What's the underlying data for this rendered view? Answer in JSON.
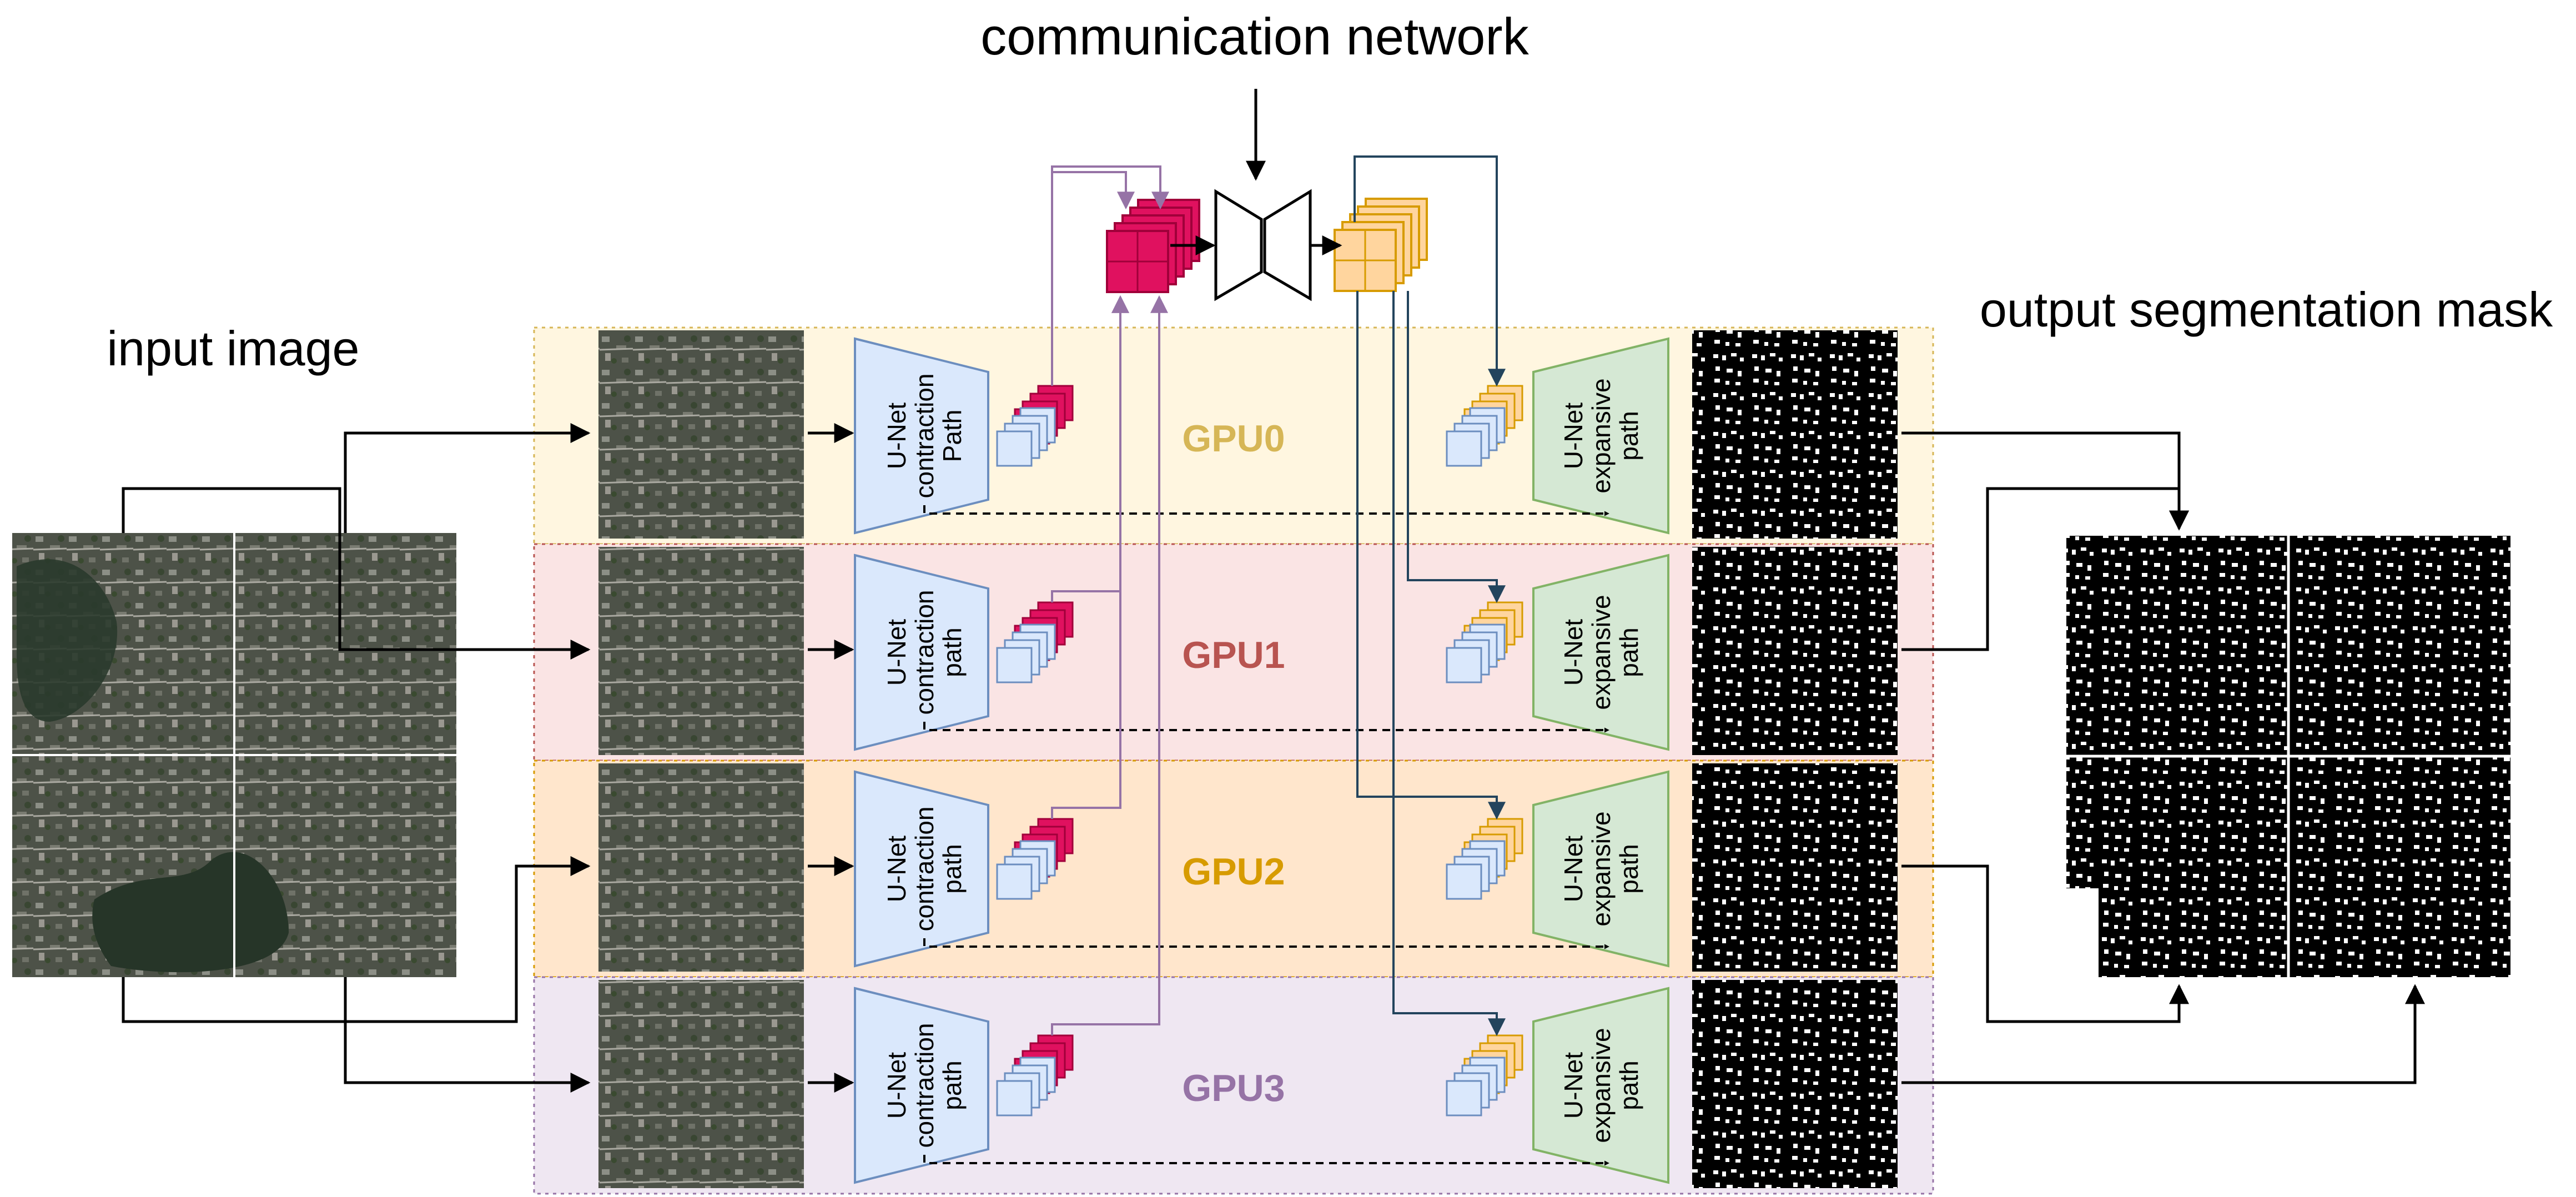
{
  "labels": {
    "communication": "communication network",
    "input": "input image",
    "output": "output segmentation mask"
  },
  "gpus": [
    {
      "name": "GPU0",
      "color": "#d6b656",
      "band": "#fff6e0",
      "contraction": [
        "U-Net",
        "contraction",
        "Path"
      ],
      "expansive": [
        "U-Net",
        "expansive",
        "path"
      ]
    },
    {
      "name": "GPU1",
      "color": "#b85450",
      "band": "#fae4e4",
      "contraction": [
        "U-Net",
        "contraction",
        "path"
      ],
      "expansive": [
        "U-Net",
        "expansive",
        "path"
      ]
    },
    {
      "name": "GPU2",
      "color": "#d79b00",
      "band": "#ffe6cc",
      "contraction": [
        "U-Net",
        "contraction",
        "path"
      ],
      "expansive": [
        "U-Net",
        "expansive",
        "path"
      ]
    },
    {
      "name": "GPU3",
      "color": "#9673a6",
      "band": "#efe7f2",
      "contraction": [
        "U-Net",
        "contraction",
        "path"
      ],
      "expansive": [
        "U-Net",
        "expansive",
        "path"
      ]
    }
  ],
  "colors": {
    "trapezoid_contraction_fill": "#dae8fc",
    "trapezoid_contraction_stroke": "#6c8ebf",
    "trapezoid_expansive_fill": "#d5e8d4",
    "trapezoid_expansive_stroke": "#82b366",
    "feature_blue": "#dae8fc",
    "feature_magenta": "#e0115f",
    "feature_orange": "#ffd59e",
    "feature_orange_stroke": "#d79b00",
    "arrow_purple": "#9673a6",
    "arrow_darkblue": "#23445d",
    "aerial": "#4a5046",
    "mask_bg": "#000000",
    "mask_fg": "#ffffff"
  }
}
